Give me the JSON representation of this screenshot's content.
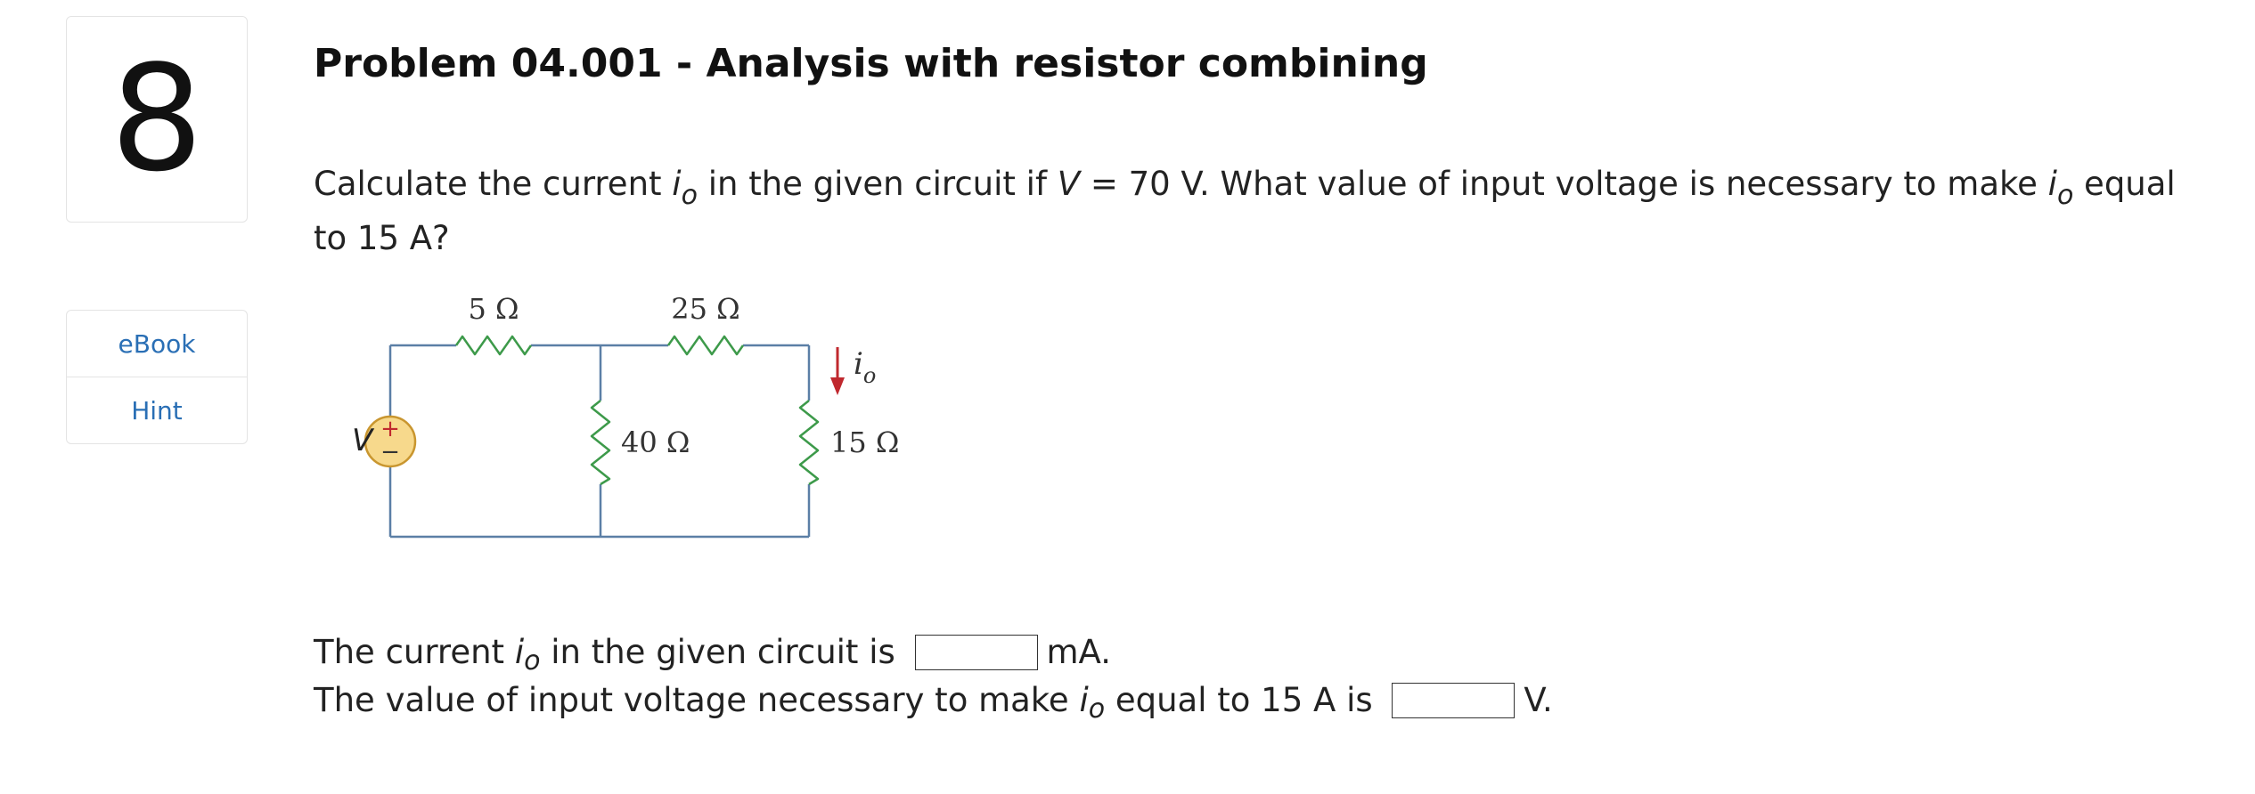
{
  "question": {
    "number": "8"
  },
  "tools": [
    {
      "label": "eBook"
    },
    {
      "label": "Hint"
    }
  ],
  "problem": {
    "title": "Problem 04.001 - Analysis with resistor combining",
    "text_1": "Calculate the current ",
    "sym_i": "i",
    "sub_o": "o",
    "text_2": " in the given circuit if ",
    "sym_v": "V",
    "text_3": " = 70 V. What value of input voltage is necessary to make ",
    "text_4": " equal to 15 A?"
  },
  "circuit": {
    "source_label": "V",
    "plus": "+",
    "minus": "−",
    "r1": "5 Ω",
    "r2": "25 Ω",
    "r3": "40 Ω",
    "r4": "15 Ω",
    "current_i": "i",
    "current_o": "o",
    "colors": {
      "wire": "#5b7fa6",
      "resistor": "#3d9a4a",
      "arrow": "#c0282e",
      "source_fill": "#f7d98c",
      "source_stroke": "#c9962f"
    }
  },
  "answers": {
    "line1_pre": "The current ",
    "line1_mid": " in the given circuit is ",
    "line1_unit": "mA.",
    "line2_pre": "The value of input voltage necessary to make ",
    "line2_mid": " equal to 15 A is ",
    "line2_unit": "V."
  }
}
